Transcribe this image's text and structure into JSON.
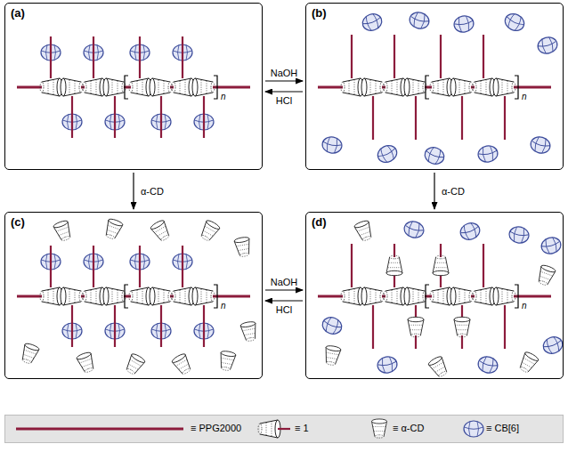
{
  "diagram": {
    "nodes": [
      {
        "text": [
          "(a)"
        ]
      },
      {
        "text": [
          "(b)"
        ]
      },
      {
        "text": [
          "(c)"
        ]
      },
      {
        "text": [
          "(d)"
        ]
      }
    ],
    "edges": [
      {
        "from": 0,
        "to": 1,
        "label": "NaOH",
        "arrow": "to"
      },
      {
        "from": 1,
        "to": 0,
        "label": "HCl",
        "arrow": "to"
      },
      {
        "from": 0,
        "to": 2,
        "label": "α-CD",
        "arrow": "to"
      },
      {
        "from": 1,
        "to": 3,
        "label": "α-CD",
        "arrow": "to"
      },
      {
        "from": 2,
        "to": 3,
        "label": "NaOH",
        "arrow": "to"
      },
      {
        "from": 3,
        "to": 2,
        "label": "HCl",
        "arrow": "to"
      }
    ],
    "labels": [
      "n",
      "n",
      "n",
      "n"
    ],
    "legend": [
      {
        "text": "≡ PPG2000"
      },
      {
        "text": "≡ 1"
      },
      {
        "text": "≡ α-CD"
      },
      {
        "text": "≡ CB[6]"
      }
    ]
  }
}
